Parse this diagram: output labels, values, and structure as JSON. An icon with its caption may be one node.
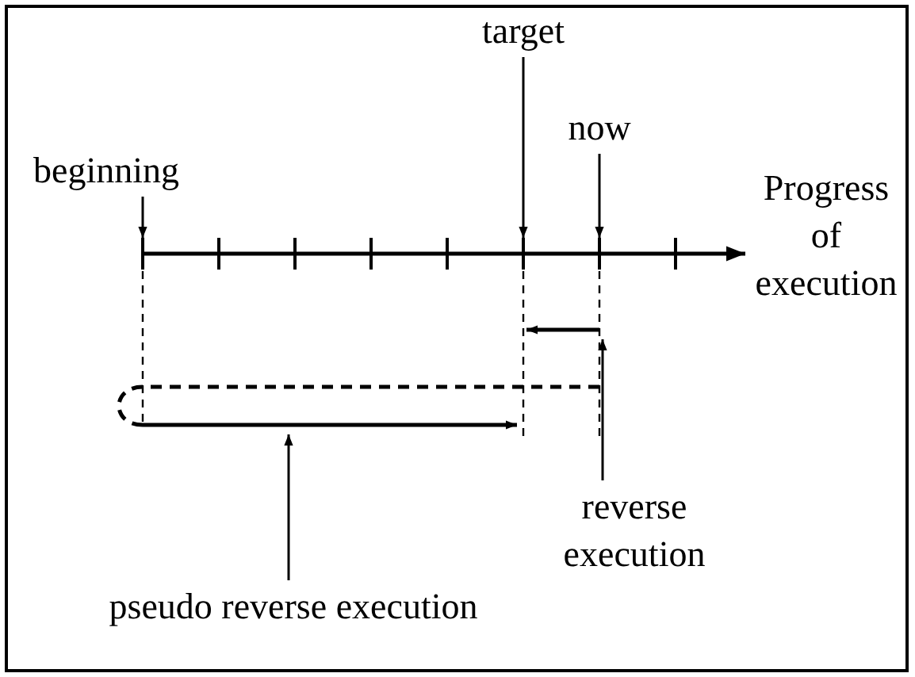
{
  "diagram": {
    "nodes": [
      {
        "text": [
          "beginning"
        ]
      },
      {
        "text": [
          "target"
        ]
      },
      {
        "text": [
          "now"
        ]
      },
      {
        "text": [
          "reverse execution"
        ]
      },
      {
        "text": [
          "pseudo reverse execution"
        ]
      }
    ],
    "edges": [
      {
        "from": 0,
        "to": null,
        "arrow": "to"
      },
      {
        "from": 1,
        "to": null,
        "arrow": "to"
      },
      {
        "from": 2,
        "to": null,
        "arrow": "to"
      },
      {
        "from": 3,
        "to": null,
        "arrow": "to"
      },
      {
        "from": 4,
        "to": null,
        "arrow": "to"
      }
    ],
    "labels": [
      "Progress of execution"
    ]
  }
}
